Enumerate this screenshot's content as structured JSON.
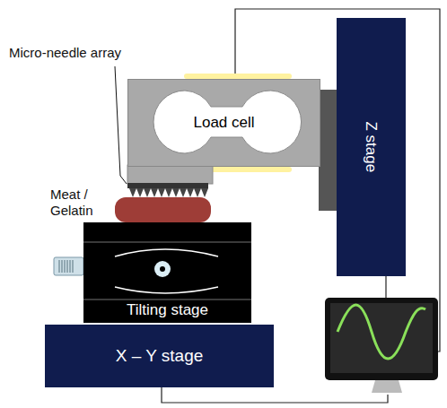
{
  "diagram": {
    "nodes": [
      {
        "text": [
          "Load cell"
        ]
      },
      {
        "text": [
          "Z stage"
        ]
      },
      {
        "text": [
          "Tilting stage"
        ]
      },
      {
        "text": [
          "X – Y stage"
        ]
      }
    ],
    "labels": [
      "Micro-needle array",
      "Meat / Gelatin"
    ]
  }
}
